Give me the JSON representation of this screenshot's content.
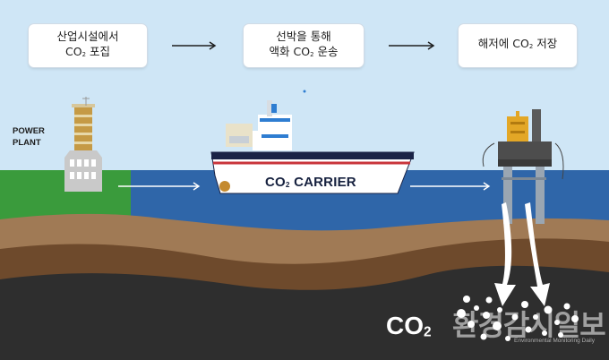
{
  "steps": [
    {
      "line1": "산업시설에서",
      "line2_prefix": "CO",
      "line2_sub": "2",
      "line2_suffix": " 포집"
    },
    {
      "line1": "선박을 통해",
      "line2_prefix": "액화 CO",
      "line2_sub": "2",
      "line2_suffix": " 운송"
    },
    {
      "line1_prefix": "해저에 CO",
      "line1_sub": "2",
      "line1_suffix": " 저장"
    }
  ],
  "power_plant": {
    "line1": "POWER",
    "line2": "PLANT"
  },
  "carrier": {
    "prefix": "CO",
    "sub": "2",
    "suffix": " CARRIER"
  },
  "storage_label": {
    "prefix": "CO",
    "sub": "2"
  },
  "watermark": {
    "text": "환경감시일보",
    "subtext": "Environmental Monitoring Daily"
  },
  "colors": {
    "sky": "#cfe6f6",
    "sea": "#2f66a9",
    "land_green": "#3a9b3c",
    "soil_light": "#a07a55",
    "soil_dark": "#6e4a2c",
    "bedrock": "#2e2e2e"
  }
}
